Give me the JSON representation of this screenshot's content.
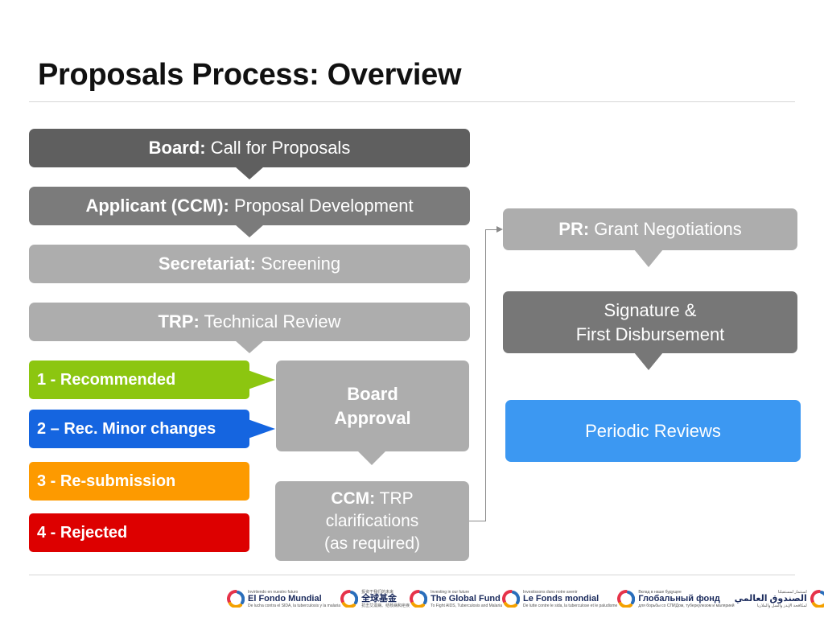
{
  "title": "Proposals Process: Overview",
  "steps": {
    "board": {
      "bold": "Board:",
      "label": "Call for Proposals"
    },
    "applicant": {
      "bold": "Applicant (CCM):",
      "label": "Proposal Development"
    },
    "secretariat": {
      "bold": "Secretariat:",
      "label": "Screening"
    },
    "trp": {
      "bold": "TRP:",
      "label": "Technical Review"
    },
    "board_approval": {
      "line1": "Board",
      "line2": "Approval"
    },
    "ccm": {
      "bold": "CCM:",
      "label": "TRP",
      "line2": "clarifications",
      "line3": "(as required)"
    },
    "pr": {
      "bold": "PR:",
      "label": "Grant Negotiations"
    },
    "signature": {
      "line1": "Signature &",
      "line2": "First Disbursement"
    },
    "periodic": {
      "label": "Periodic Reviews"
    }
  },
  "outcomes": [
    {
      "label": "1 - Recommended",
      "color": "#8cc610"
    },
    {
      "label": "2 – Rec. Minor changes",
      "color": "#1565e0"
    },
    {
      "label": "3 - Re-submission",
      "color": "#fd9a00"
    },
    {
      "label": "4 - Rejected",
      "color": "#dd0000"
    }
  ],
  "colors": {
    "board": "#5f5f5f",
    "applicant": "#7b7b7b",
    "secretariat": "#adadad",
    "trp": "#adadad",
    "board_approval": "#adadad",
    "ccm": "#adadad",
    "pr": "#adadad",
    "signature": "#777777",
    "periodic": "#3c98f2"
  },
  "logos": [
    {
      "icon": "global-fund-logo-icon",
      "name": "El Fondo Mundial",
      "tagline": "Invirtiendo en nuestro futuro",
      "subline": "De lucha contra el SIDA, la tuberculosis y la malaria"
    },
    {
      "icon": "global-fund-logo-icon",
      "name": "全球基金",
      "tagline": "投资于我们的未来",
      "subline": "抗击艾滋病、结核病和疟疾"
    },
    {
      "icon": "global-fund-logo-icon",
      "name": "The Global Fund",
      "tagline": "Investing in our future",
      "subline": "To Fight AIDS, Tuberculosis and Malaria"
    },
    {
      "icon": "global-fund-logo-icon",
      "name": "Le Fonds mondial",
      "tagline": "Investissons dans notre avenir",
      "subline": "De lutte contre le sida, la tuberculose et le paludisme"
    },
    {
      "icon": "global-fund-logo-icon",
      "name": "Глобальный фонд",
      "tagline": "Вклад в наше будущее",
      "subline": "для борьбы со СПИДом, туберкулезом и малярией"
    },
    {
      "icon": "global-fund-logo-icon",
      "name": "الصندوق العالمي",
      "tagline": "استثمار لمستقبلنا",
      "subline": "لمكافحة الإيدز والسل والملاريا"
    }
  ]
}
